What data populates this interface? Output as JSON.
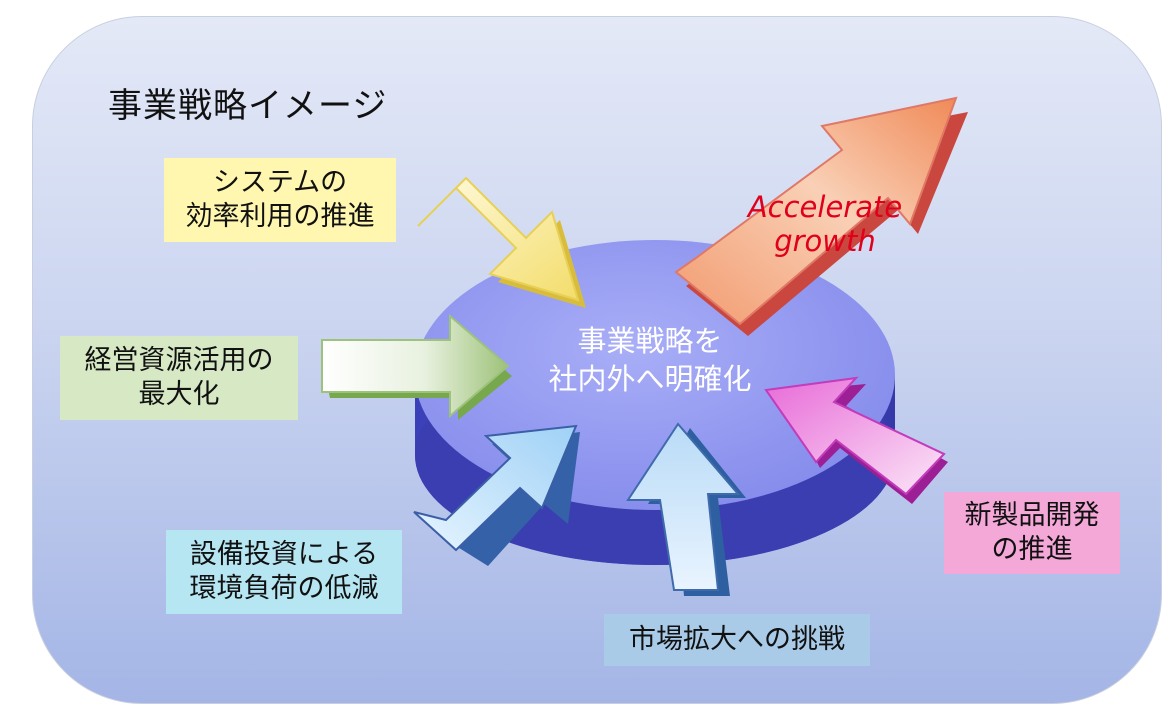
{
  "title": "事業戦略イメージ",
  "center": {
    "line1": "事業戦略を",
    "line2": "社内外へ明確化"
  },
  "growth": {
    "line1": "Accelerate",
    "line2": "growth"
  },
  "labels": {
    "system": {
      "line1": "システムの",
      "line2": "効率利用の推進"
    },
    "resources": {
      "line1": "経営資源活用の",
      "line2": "最大化"
    },
    "environment": {
      "line1": "設備投資による",
      "line2": "環境負荷の低減"
    },
    "market": {
      "line1": "市場拡大への挑戦"
    },
    "newproduct": {
      "line1": "新製品開発",
      "line2": "の推進"
    }
  },
  "colors": {
    "system_box": "#fff7b0",
    "resources_box": "#d6e8c4",
    "environment_box": "#b7e6f3",
    "market_box": "#a9cbe8",
    "newproduct_box": "#f3a8d8",
    "accent_text": "#e0001b",
    "disc": "#8e94f0"
  }
}
